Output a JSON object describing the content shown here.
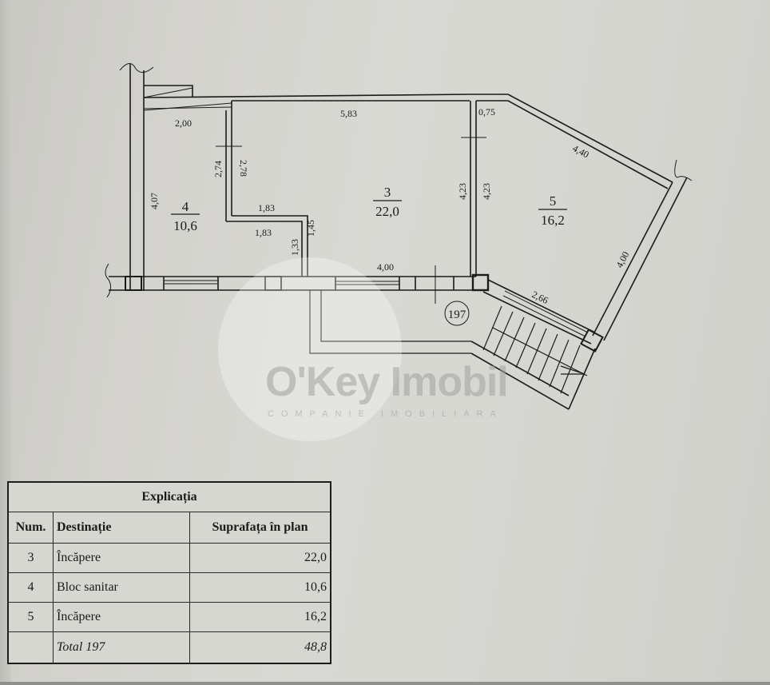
{
  "plan": {
    "building_number": "197",
    "rooms": [
      {
        "num": "3",
        "area": "22,0"
      },
      {
        "num": "4",
        "area": "10,6"
      },
      {
        "num": "5",
        "area": "16,2"
      }
    ],
    "dimensions": {
      "room4_top": "2,00",
      "room4_left": "4,07",
      "room4_right_inner": "2,74",
      "room3_left_inner": "2,78",
      "notch_top": "1,83",
      "notch_bottom": "1,83",
      "notch_left": "1,33",
      "notch_right": "1,45",
      "room3_top": "5,83",
      "room3_bottom": "4,00",
      "room3_right": "4,23",
      "room5_left": "4,23",
      "room5_top": "0,75",
      "room5_diag": "4,40",
      "room5_right": "4,00",
      "stair_wall": "2,66"
    }
  },
  "watermark": {
    "brand": "O'Key Imobil",
    "subtitle": "COMPANIE IMOBILIARA"
  },
  "legend": {
    "title": "Explicația",
    "headers": {
      "num": "Num.",
      "destination": "Destinație",
      "area": "Suprafața în plan"
    },
    "rows": [
      {
        "num": "3",
        "destination": "Încăpere",
        "area": "22,0"
      },
      {
        "num": "4",
        "destination": "Bloc sanitar",
        "area": "10,6"
      },
      {
        "num": "5",
        "destination": "Încăpere",
        "area": "16,2"
      }
    ],
    "total": {
      "label": "Total 197",
      "area": "48,8"
    }
  }
}
